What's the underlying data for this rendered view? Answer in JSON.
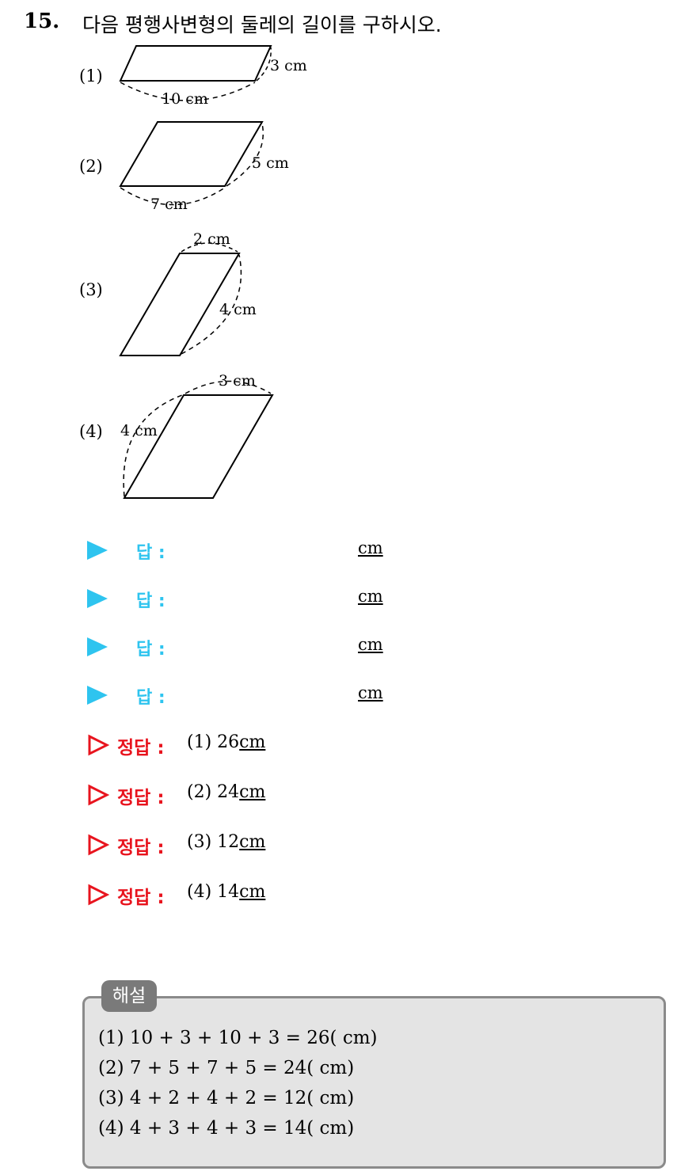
{
  "question": {
    "number": "15.",
    "text": "다음 평행사변형의 둘레의 길이를 구하시오."
  },
  "problems": [
    {
      "label": "(1)",
      "base": "10 cm",
      "side": "3 cm"
    },
    {
      "label": "(2)",
      "base": "7 cm",
      "side": "5 cm"
    },
    {
      "label": "(3)",
      "base": "2 cm",
      "side": "4 cm"
    },
    {
      "label": "(4)",
      "base": "3 cm",
      "side": "4 cm"
    }
  ],
  "answer_rows": [
    {
      "label": "답 :",
      "unit": "cm"
    },
    {
      "label": "답 :",
      "unit": "cm"
    },
    {
      "label": "답 :",
      "unit": "cm"
    },
    {
      "label": "답 :",
      "unit": "cm"
    }
  ],
  "solutions": [
    {
      "label": "정답 :",
      "part": "(1)",
      "value": "26",
      "unit": "cm"
    },
    {
      "label": "정답 :",
      "part": "(2)",
      "value": "24",
      "unit": "cm"
    },
    {
      "label": "정답 :",
      "part": "(3)",
      "value": "12",
      "unit": "cm"
    },
    {
      "label": "정답 :",
      "part": "(4)",
      "value": "14",
      "unit": "cm"
    }
  ],
  "explanation": {
    "title": "해설",
    "lines": [
      "(1) 10 + 3 + 10 + 3 = 26( cm)",
      "(2) 7 + 5 + 7 + 5 = 24( cm)",
      "(3) 4 + 2 + 4 + 2 = 12( cm)",
      "(4) 4 + 3 + 4 + 3 = 14( cm)"
    ]
  },
  "colors": {
    "answer_accent": "#2ec4ef",
    "solution_accent": "#e8141e",
    "explanation_bg": "#e4e4e4",
    "explanation_tag": "#7a7a7a"
  }
}
